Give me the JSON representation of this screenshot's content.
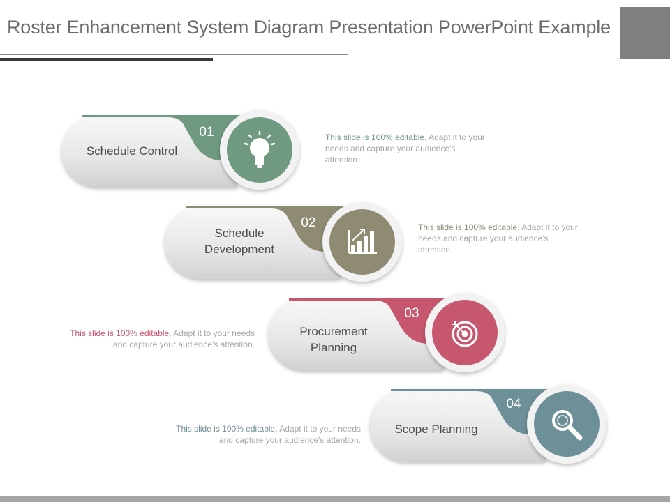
{
  "title": "Roster Enhancement System Diagram Presentation PowerPoint Example",
  "colors": {
    "green": "#6f9980",
    "olive": "#8f8a72",
    "rose": "#c7566f",
    "teal": "#6d8f97",
    "pill": "#e8e8e8",
    "text_gray": "#a6a6a6"
  },
  "steps": [
    {
      "number": "01",
      "label_line1": "Schedule Control",
      "label_line2": "",
      "icon": "lightbulb-icon",
      "desc_highlight": "This slide is 100% editable.",
      "desc_rest": " Adapt it to your needs and capture your audience's attention."
    },
    {
      "number": "02",
      "label_line1": "Schedule",
      "label_line2": "Development",
      "icon": "bar-chart-icon",
      "desc_highlight": "This slide is 100% editable.",
      "desc_rest": " Adapt it to your needs and capture your audience's attention."
    },
    {
      "number": "03",
      "label_line1": "Procurement",
      "label_line2": "Planning",
      "icon": "target-icon",
      "desc_highlight": "This slide is 100% editable.",
      "desc_rest": " Adapt it to your needs and capture your audience's attention."
    },
    {
      "number": "04",
      "label_line1": "Scope Planning",
      "label_line2": "",
      "icon": "magnifier-icon",
      "desc_highlight": "This slide is 100% editable.",
      "desc_rest": " Adapt it to your needs and capture your audience's attention."
    }
  ]
}
